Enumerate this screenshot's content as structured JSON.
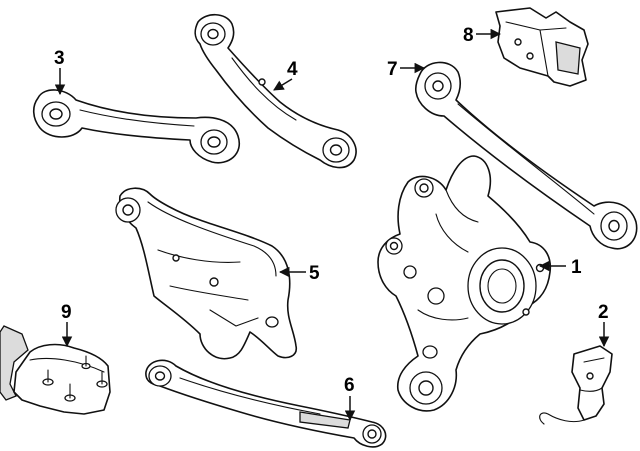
{
  "callouts": [
    {
      "number": "1",
      "part": "knuckle"
    },
    {
      "number": "2",
      "part": "sensor-bracket"
    },
    {
      "number": "3",
      "part": "upper-control-arm"
    },
    {
      "number": "4",
      "part": "trailing-link"
    },
    {
      "number": "5",
      "part": "lower-control-arm"
    },
    {
      "number": "6",
      "part": "toe-link"
    },
    {
      "number": "7",
      "part": "long-control-arm"
    },
    {
      "number": "8",
      "part": "bracket-shield"
    },
    {
      "number": "9",
      "part": "bracket-assembly"
    }
  ]
}
